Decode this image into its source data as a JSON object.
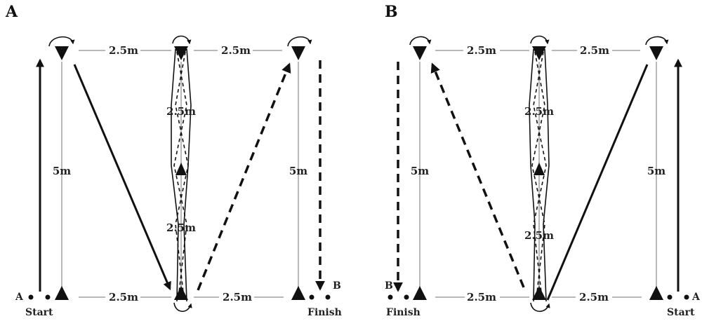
{
  "panels": [
    {
      "letter": "A",
      "distances": {
        "top_left": "2.5m",
        "top_right": "2.5m",
        "mid_upper": "2.5m",
        "mid_lower": "2.5m",
        "left_vertical": "5m",
        "right_vertical": "5m",
        "bottom_left": "2.5m",
        "bottom_right": "2.5m"
      },
      "start": {
        "point": "A",
        "word": "Start"
      },
      "finish": {
        "point": "B",
        "word": "Finish"
      }
    },
    {
      "letter": "B",
      "distances": {
        "top_left": "2.5m",
        "top_right": "2.5m",
        "mid_upper": "2.5m",
        "mid_lower": "2.5m",
        "left_vertical": "5m",
        "right_vertical": "5m",
        "bottom_left": "2.5m",
        "bottom_right": "2.5m"
      },
      "start": {
        "point": "A",
        "word": "Start"
      },
      "finish": {
        "point": "B",
        "word": "Finish"
      }
    }
  ],
  "icons": {
    "cone": "triangle-cone-icon",
    "turn": "turn-arrow-icon",
    "marker": "dot-marker-icon"
  }
}
